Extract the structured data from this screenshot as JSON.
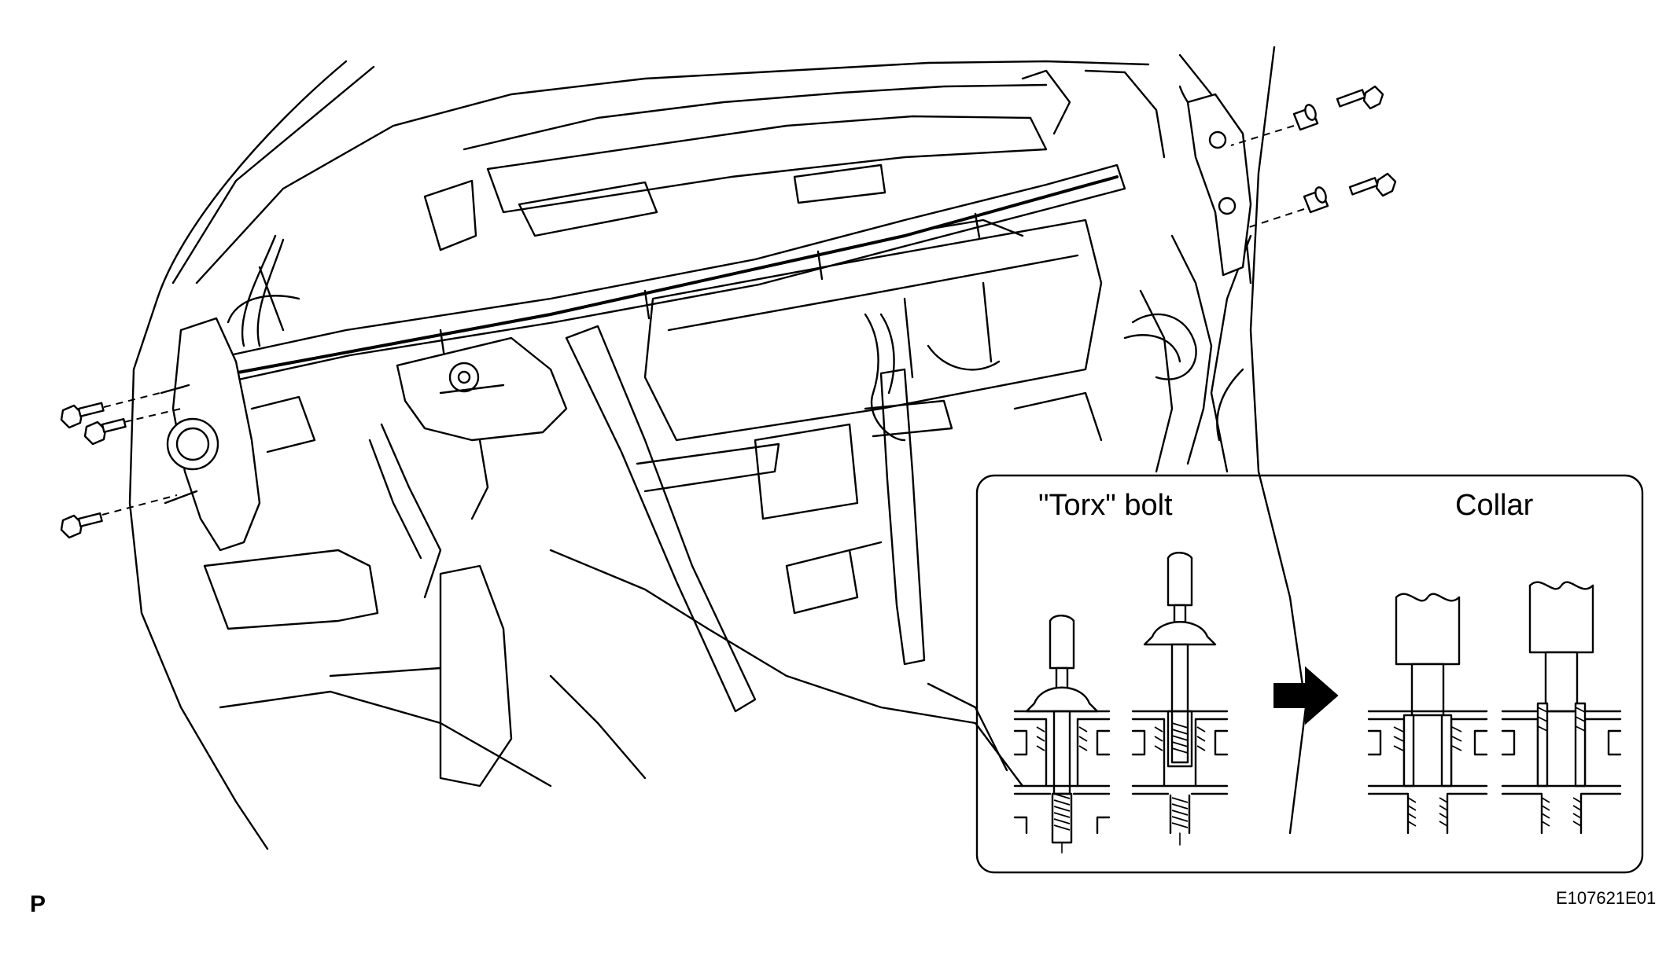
{
  "figure_id": "E107621E01",
  "view_marker": "P",
  "inset": {
    "left_label": "\"Torx\" bolt",
    "right_label": "Collar"
  },
  "icons": [
    "bolt-icon",
    "collar-icon",
    "arrow-right-icon"
  ]
}
